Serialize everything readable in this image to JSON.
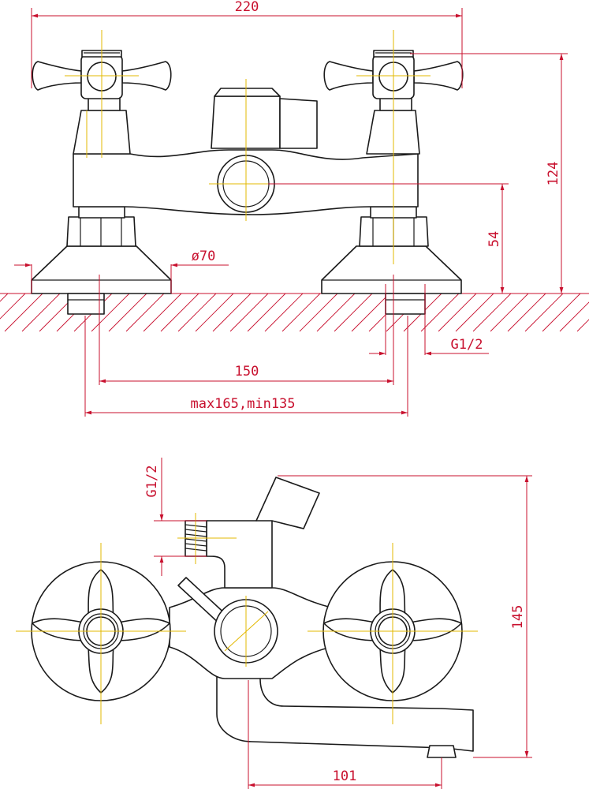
{
  "top_view": {
    "dim_width_total": "220",
    "dim_height_total": "124",
    "dim_outlet_height": "54",
    "dim_base_diameter": "ø70",
    "dim_inlet_thread": "G1/2",
    "dim_center_distance": "150",
    "dim_center_range": "max165,min135"
  },
  "side_view": {
    "dim_shower_thread": "G1/2",
    "dim_height": "145",
    "dim_spout_reach": "101"
  },
  "colors": {
    "dimension": "#c8102e",
    "centerline": "#e3b800",
    "outline": "#1a1a1a"
  }
}
